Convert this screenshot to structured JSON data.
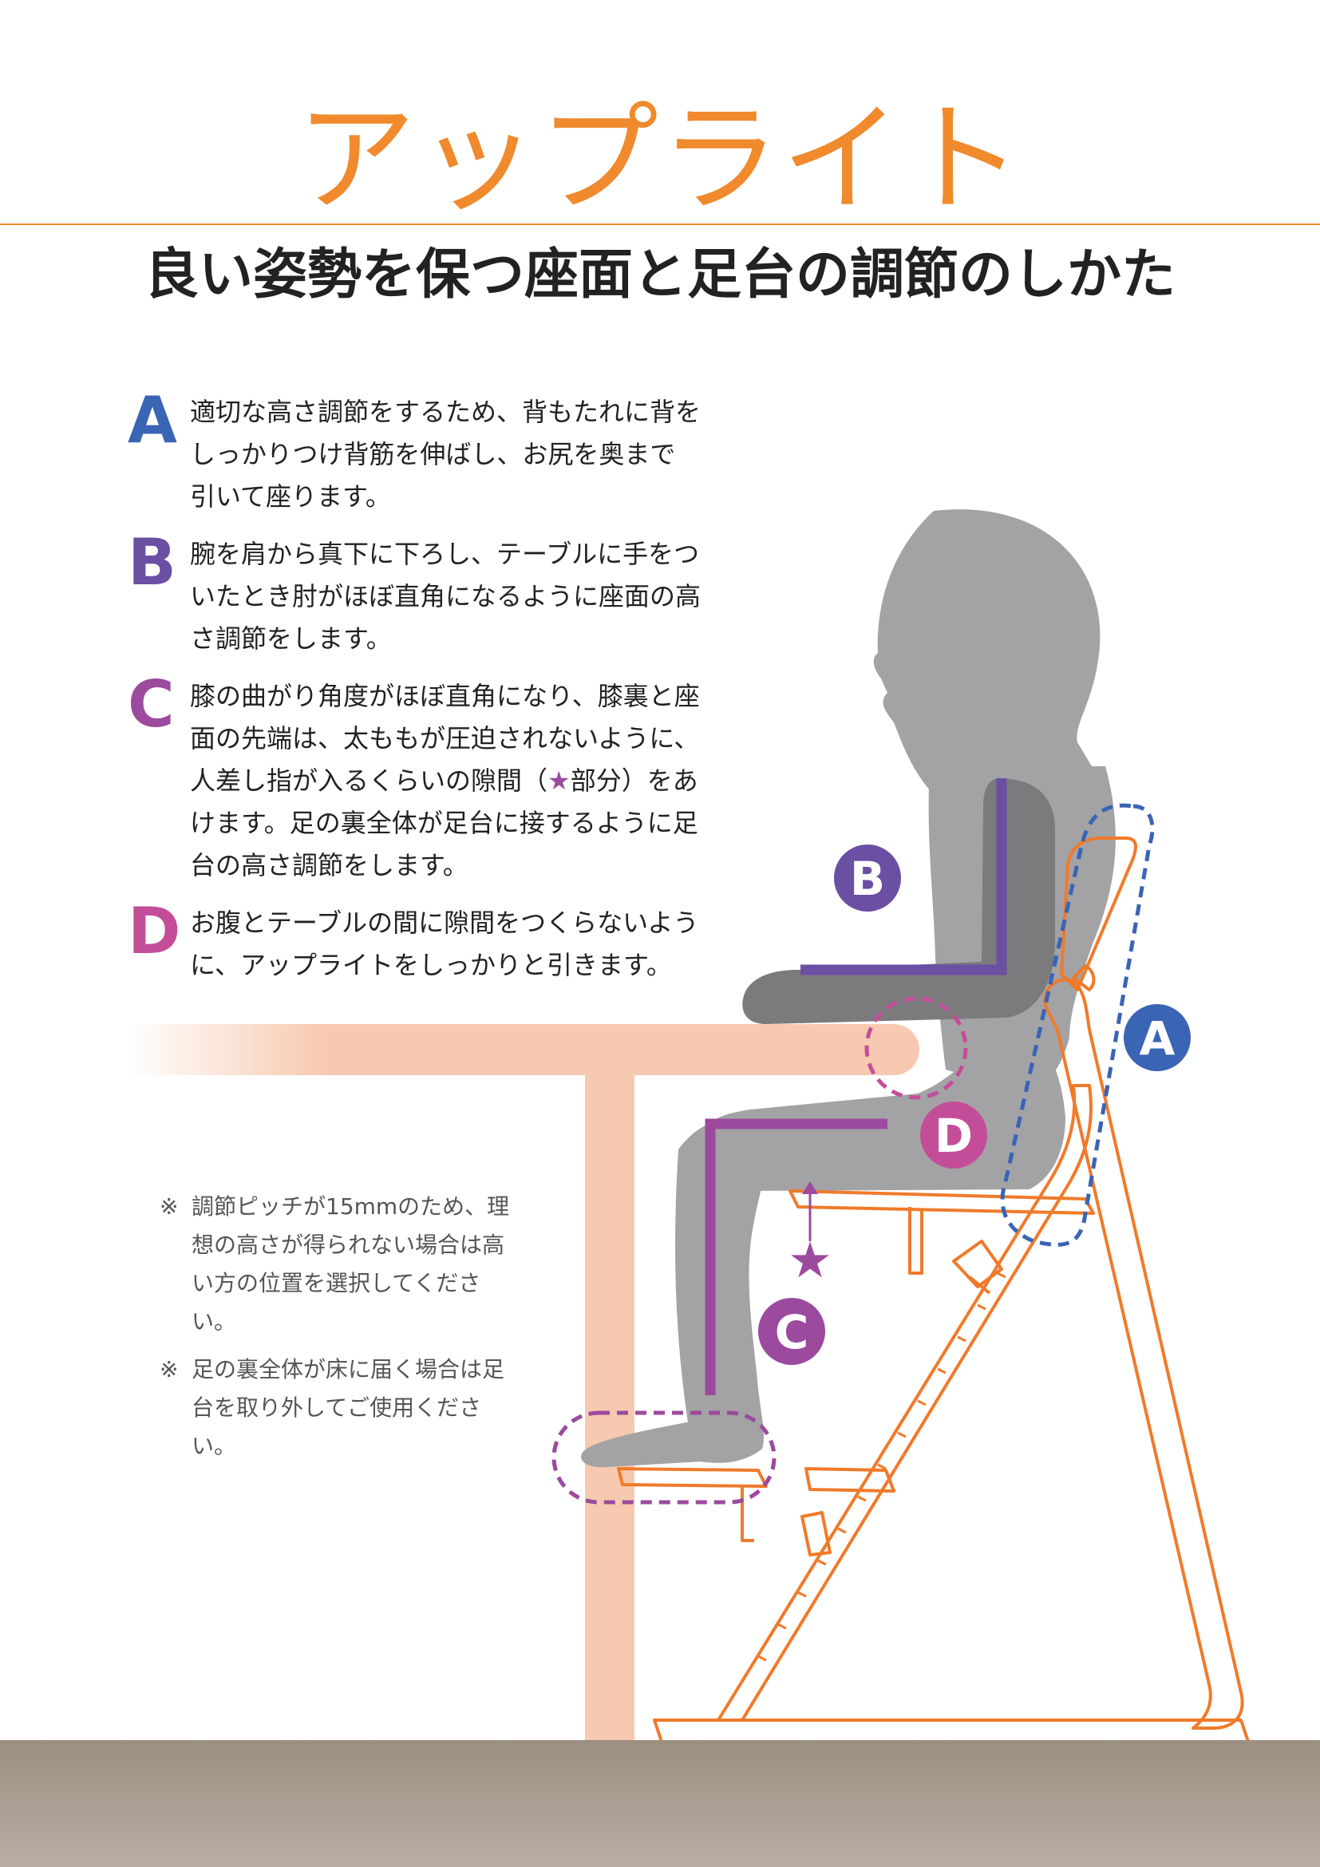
{
  "header": {
    "brand": "アップライト",
    "subtitle": "良い姿勢を保つ座面と足台の調節のしかた"
  },
  "instructions": [
    {
      "letter": "A",
      "color": "#3a64b4",
      "text": "適切な高さ調節をするため、背もたれに背をしっかりつけ背筋を伸ばし、お尻を奥まで引いて座ります。"
    },
    {
      "letter": "B",
      "color": "#6a4fa3",
      "text": "腕を肩から真下に下ろし、テーブルに手をついたとき肘がほぼ直角になるように座面の高さ調節をします。"
    },
    {
      "letter": "C",
      "color": "#9b4a9e",
      "text_before": "膝の曲がり角度がほぼ直角になり、膝裏と座面の先端は、太ももが圧迫されないように、人差し指が入るくらいの隙間（",
      "star": "★",
      "text_after": "部分）をあけます。足の裏全体が足台に接するように足台の高さ調節をします。"
    },
    {
      "letter": "D",
      "color": "#c44d9a",
      "text": "お腹とテーブルの間に隙間をつくらないように、アップライトをしっかりと引きます。"
    }
  ],
  "notes": [
    {
      "mark": "※",
      "text": "調節ピッチが15mmのため、理想の高さが得られない場合は高い方の位置を選択してください。"
    },
    {
      "mark": "※",
      "text": "足の裏全体が床に届く場合は足台を取り外してご使用ください。"
    }
  ],
  "diagram": {
    "labels": {
      "A": "A",
      "B": "B",
      "C": "C",
      "D": "D"
    },
    "star": "★",
    "colors": {
      "chair": "#f07a2a",
      "child": "#a3a3a5",
      "table": "#f7c9b0",
      "A": "#3a64b4",
      "B": "#6a4fa3",
      "C": "#9b4a9e",
      "D": "#c44d9a"
    }
  }
}
